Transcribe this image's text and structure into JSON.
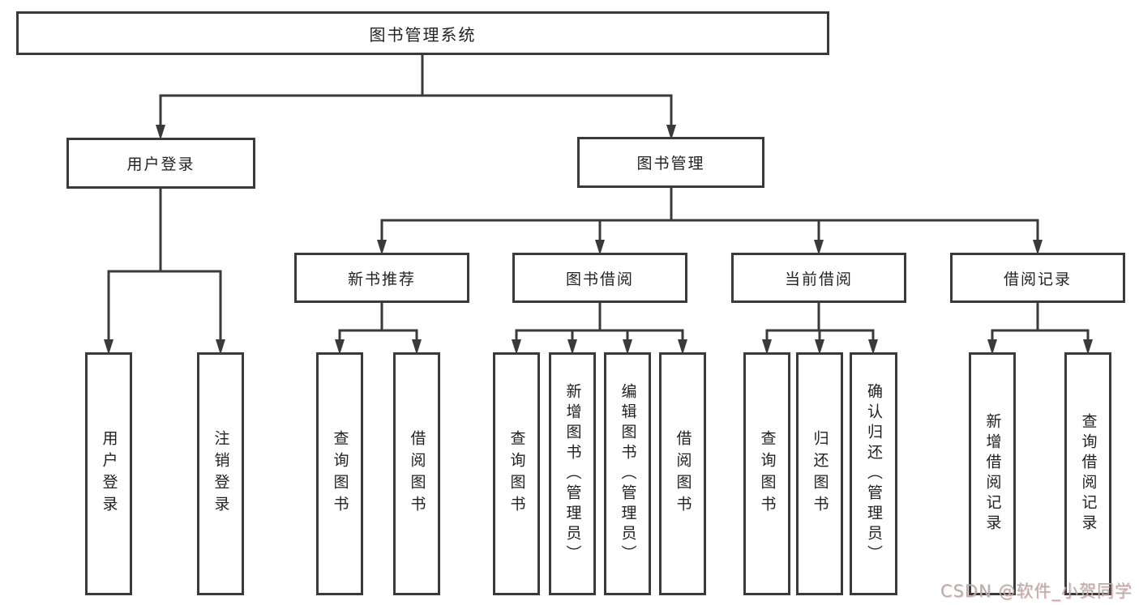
{
  "diagram_type": "hierarchy-tree",
  "colors": {
    "line": "#3a3a3a",
    "box_border": "#3a3a3a",
    "box_background": "#ffffff",
    "text": "#222222",
    "watermark": "#b5aeae",
    "page_background": "#ffffff"
  },
  "root": {
    "label": "图书管理系统"
  },
  "level2": [
    {
      "label": "用户登录"
    },
    {
      "label": "图书管理"
    }
  ],
  "level3": [
    {
      "label": "新书推荐",
      "parent": "图书管理"
    },
    {
      "label": "图书借阅",
      "parent": "图书管理"
    },
    {
      "label": "当前借阅",
      "parent": "图书管理"
    },
    {
      "label": "借阅记录",
      "parent": "图书管理"
    }
  ],
  "leaves": [
    {
      "label": "用户登录",
      "parent": "用户登录"
    },
    {
      "label": "注销登录",
      "parent": "用户登录"
    },
    {
      "label": "查询图书",
      "parent": "新书推荐"
    },
    {
      "label": "借阅图书",
      "parent": "新书推荐"
    },
    {
      "label": "查询图书",
      "parent": "图书借阅"
    },
    {
      "label": "新增图书（管理员）",
      "parent": "图书借阅"
    },
    {
      "label": "编辑图书（管理员）",
      "parent": "图书借阅"
    },
    {
      "label": "借阅图书",
      "parent": "图书借阅"
    },
    {
      "label": "查询图书",
      "parent": "当前借阅"
    },
    {
      "label": "归还图书",
      "parent": "当前借阅"
    },
    {
      "label": "确认归还（管理员）",
      "parent": "当前借阅"
    },
    {
      "label": "新增借阅记录",
      "parent": "借阅记录"
    },
    {
      "label": "查询借阅记录",
      "parent": "借阅记录"
    }
  ],
  "watermark": "CSDN @软件_小贺同学"
}
